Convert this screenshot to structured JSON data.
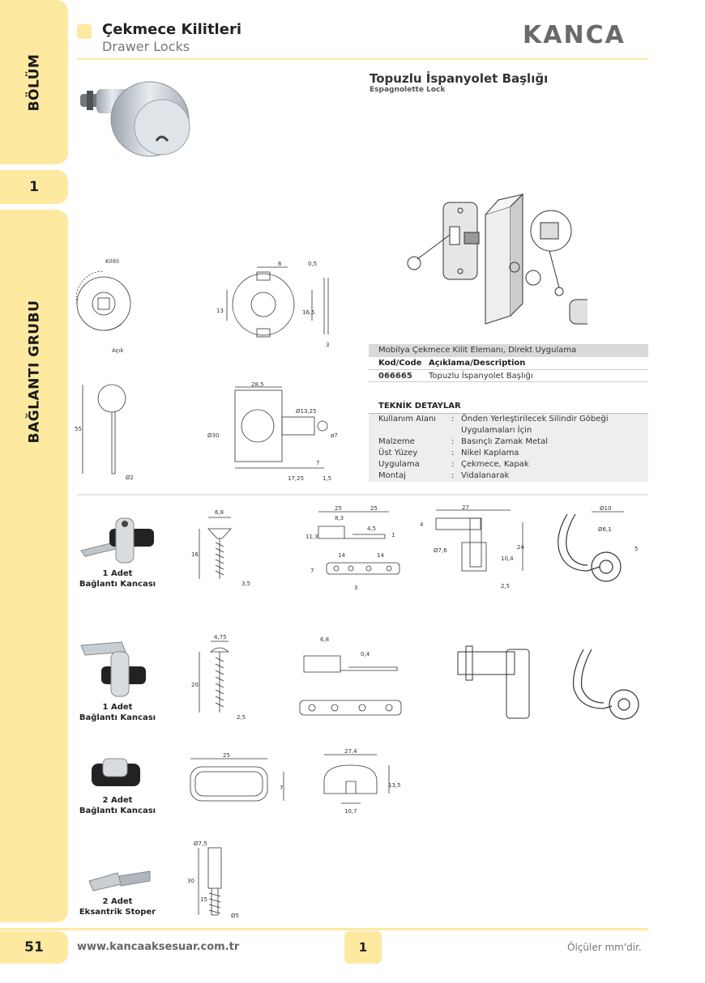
{
  "header": {
    "title": "Çekmece Kilitleri",
    "subtitle": "Drawer Locks",
    "logo": "KANCA"
  },
  "sidebar": {
    "section_label": "BÖLÜM",
    "section_number": "1",
    "group_label": "BAĞLANTI GRUBU"
  },
  "product": {
    "title": "Topuzlu İspanyolet Başlığı",
    "subtitle": "Espagnolette Lock"
  },
  "product_table": {
    "description_bar": "Mobilya Çekmece Kilit Elemanı, Direkt Uygulama",
    "col_code": "Kod/Code",
    "col_desc": "Açıklama/Description",
    "rows": [
      {
        "code": "066665",
        "desc": "Topuzlu İspanyolet Başlığı"
      }
    ]
  },
  "tech": {
    "heading": "TEKNİK DETAYLAR",
    "rows": [
      {
        "key": "Kullanım Alanı",
        "sep": ":",
        "value": "Önden Yerleştirilecek Silindir Göbeği"
      },
      {
        "key": "",
        "sep": "",
        "value": "Uygulamaları İçin"
      },
      {
        "key": "Malzeme",
        "sep": ":",
        "value": "Basınçlı Zamak Metal"
      },
      {
        "key": "Üst Yüzey",
        "sep": ":",
        "value": "Nikel Kaplama"
      },
      {
        "key": "Uygulama",
        "sep": ":",
        "value": "Çekmece, Kapak"
      },
      {
        "key": "Montaj",
        "sep": ":",
        "value": "Vidalanarak"
      }
    ]
  },
  "drawing_labels": {
    "kilitli": "Kilitli",
    "acik": "Açık",
    "d_6": "6",
    "d_05": "0,5",
    "d_13": "13",
    "d_165": "16,5",
    "d_3": "3",
    "d_285": "28,5",
    "d_55": "55",
    "d_30": "Ø30",
    "d_1325": "Ø13,25",
    "d_7": "7",
    "d_1725": "17,25",
    "d_15": "1,5",
    "d_2": "Ø2",
    "d_q7": "ø7"
  },
  "parts": [
    {
      "qty": "1 Adet",
      "name": "Bağlantı Kancası"
    },
    {
      "qty": "1 Adet",
      "name": "Bağlantı Kancası"
    },
    {
      "qty": "2 Adet",
      "name": "Bağlantı Kancası"
    },
    {
      "qty": "2 Adet",
      "name": "Eksantrik Stoper"
    }
  ],
  "dims": {
    "s1_68": "6,8",
    "s1_16": "16",
    "s1_35": "3,5",
    "p1_25a": "25",
    "p1_25b": "25",
    "p1_83": "8,3",
    "p1_113": "11,3",
    "p1_45": "4,5",
    "p1_1": "1",
    "p1_14a": "14",
    "p1_14b": "14",
    "p1_7": "7",
    "p1_3": "3",
    "l1_27": "27",
    "l1_4": "4",
    "l1_76": "Ø7,6",
    "l1_104": "10,4",
    "l1_24": "24",
    "l1_25": "2,5",
    "h1_10": "Ø10",
    "h1_61": "Ø6,1",
    "h1_5": "5",
    "s2_475": "4,75",
    "s2_20": "20",
    "s2_25": "2,5",
    "p2_68": "6,8",
    "p2_04": "0,4",
    "r3_25": "25",
    "r3_7": "7",
    "c3_274": "27,4",
    "c3_135": "13,5",
    "c3_107": "10,7",
    "e4_75": "Ø7,5",
    "e4_30": "30",
    "e4_15": "15",
    "e4_5": "Ø5"
  },
  "footer": {
    "page_number": "51",
    "url": "www.kancaaksesuar.com.tr",
    "section_badge": "1",
    "note": "Ölçüler mm'dir."
  },
  "colors": {
    "accent": "#fde9a0",
    "logo": "#6a6a6a",
    "table_bar": "#d9d9d9"
  }
}
